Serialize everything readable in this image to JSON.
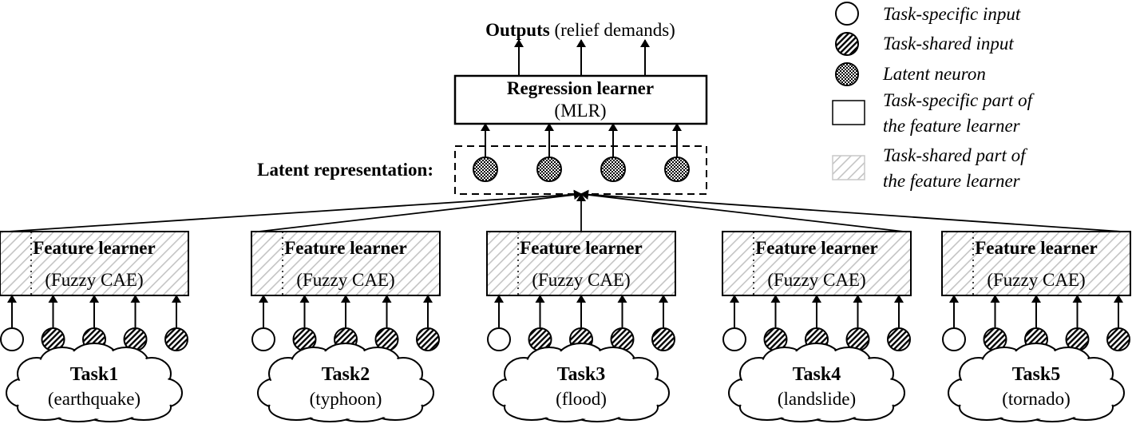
{
  "outputs": {
    "bold": "Outputs",
    "rest": " (relief demands)"
  },
  "regression": {
    "title": "Regression learner",
    "subtitle": "(MLR)"
  },
  "latent_label": "Latent representation:",
  "feature_learner": {
    "title": "Feature learner",
    "subtitle": "(Fuzzy CAE)"
  },
  "tasks": [
    {
      "name": "Task1",
      "desc": "(earthquake)"
    },
    {
      "name": "Task2",
      "desc": "(typhoon)"
    },
    {
      "name": "Task3",
      "desc": "(flood)"
    },
    {
      "name": "Task4",
      "desc": "(landslide)"
    },
    {
      "name": "Task5",
      "desc": "(tornado)"
    }
  ],
  "legend": {
    "specific_input": "Task-specific input",
    "shared_input": "Task-shared input",
    "latent_neuron": "Latent neuron",
    "specific_part": [
      "Task-specific part of",
      "the feature learner"
    ],
    "shared_part": [
      "Task-shared part of",
      "the feature learner"
    ]
  },
  "colors": {
    "line": "#000000",
    "background": "#ffffff",
    "shared_hatch": "#b8b8b8"
  }
}
